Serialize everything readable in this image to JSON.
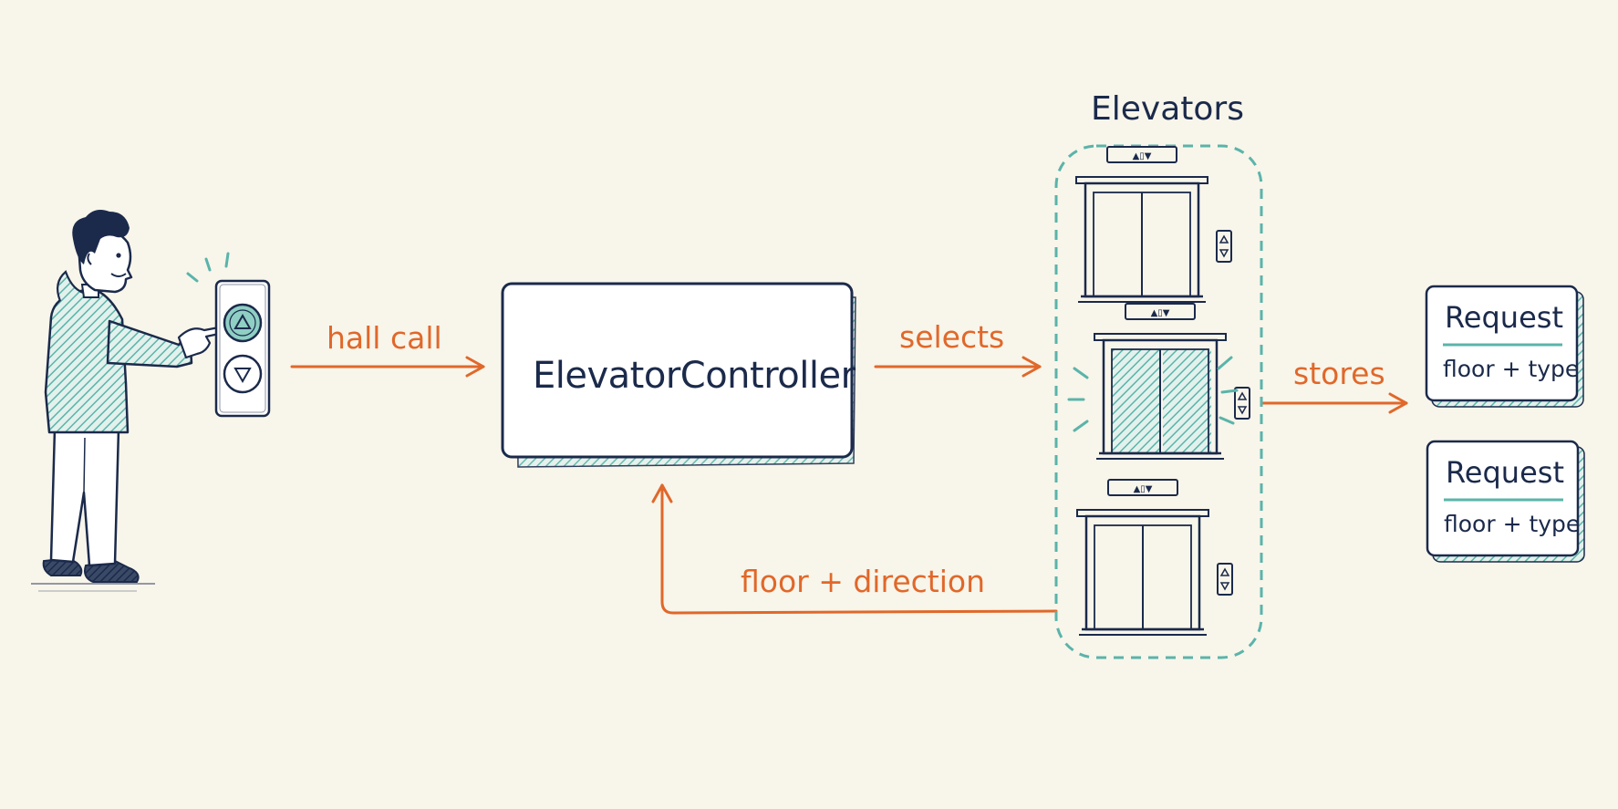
{
  "edges": {
    "hall_call": "hall call",
    "selects": "selects",
    "stores": "stores",
    "feedback": "floor + direction"
  },
  "controller": {
    "label": "ElevatorController"
  },
  "elevator_group": {
    "title": "Elevators",
    "count": 3,
    "selected_index": 1
  },
  "requests": [
    {
      "title": "Request",
      "subtitle": "floor + type"
    },
    {
      "title": "Request",
      "subtitle": "floor + type"
    }
  ],
  "colors": {
    "background": "#f8f5ea",
    "ink": "#1b2a4b",
    "accent": "#e0682a",
    "teal": "#5ab4aa"
  }
}
